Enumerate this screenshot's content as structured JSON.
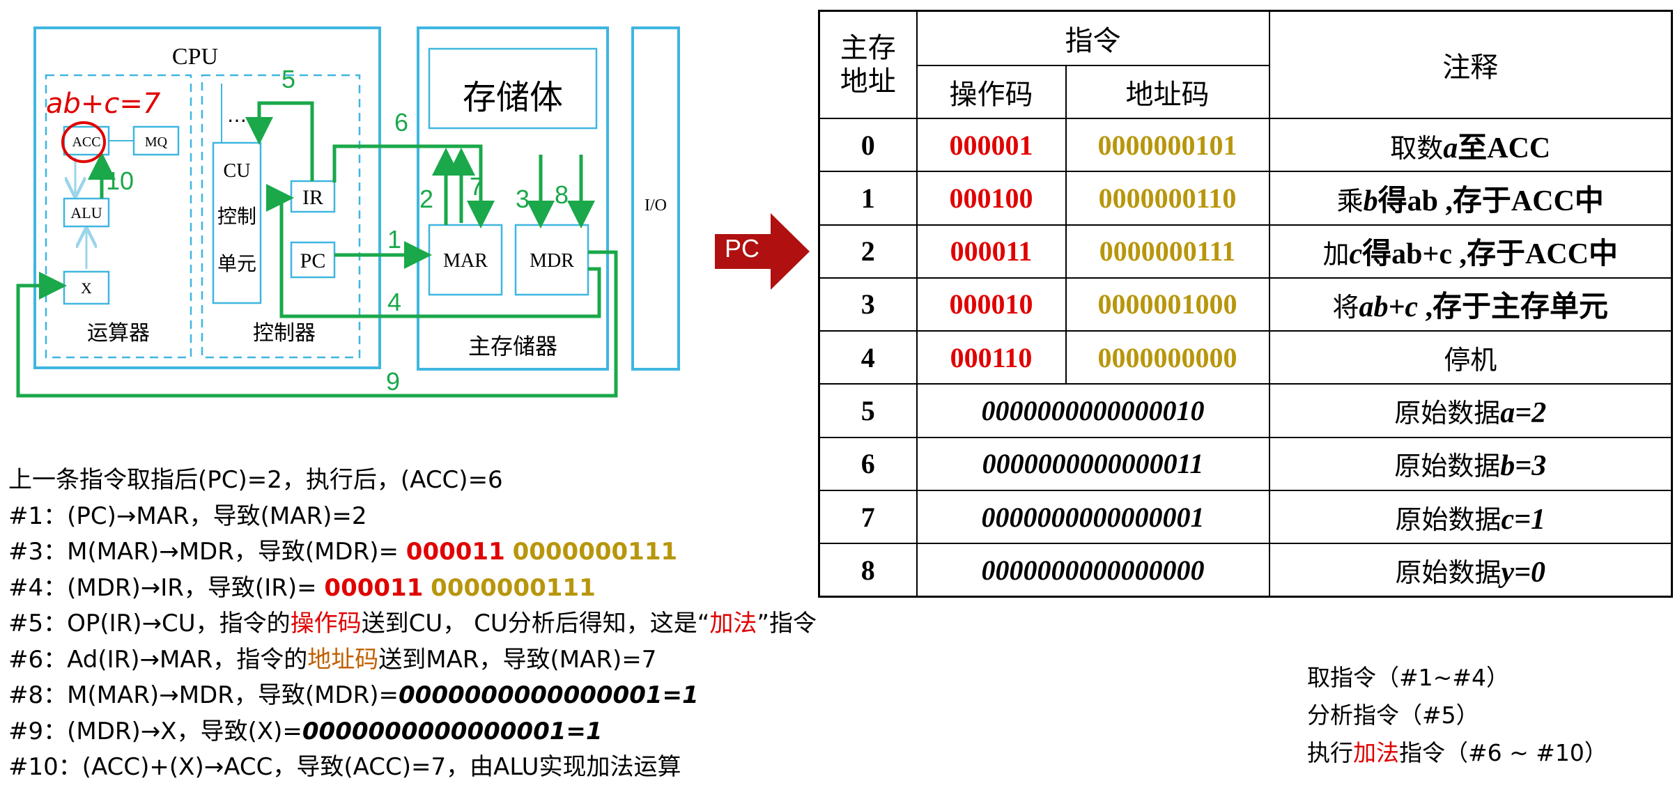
{
  "diagram": {
    "cpu_label": "CPU",
    "acc": "ACC",
    "mq": "MQ",
    "alu": "ALU",
    "x": "X",
    "alu_unit_label": "运算器",
    "control_unit_label": "控制器",
    "dots": "…",
    "cu": "CU",
    "cu_label_1": "控制",
    "cu_label_2": "单元",
    "ir": "IR",
    "pc": "PC",
    "storage_body": "存储体",
    "mar": "MAR",
    "mdr": "MDR",
    "main_memory_label": "主存储器",
    "io": "I/O",
    "handwritten_note": "ab+c=7",
    "step_numbers": [
      "5",
      "6",
      "10",
      "2",
      "7",
      "3",
      "8",
      "1",
      "4",
      "9"
    ],
    "colors": {
      "box_border": "#3fb6e0",
      "arrow": "#1aa84a",
      "handwriting": "#e00000"
    }
  },
  "pc_pointer": {
    "label": "PC",
    "color": "#b01010"
  },
  "table": {
    "header": {
      "address": "主存\n地址",
      "instruction": "指令",
      "opcode": "操作码",
      "addrcode": "地址码",
      "note": "注释"
    },
    "rows": [
      {
        "addr": "0",
        "op": "000001",
        "ad": "0000000101",
        "note_pre": "取数",
        "note_var": "a",
        "note_post": "至ACC"
      },
      {
        "addr": "1",
        "op": "000100",
        "ad": "0000000110",
        "note_pre": "乘",
        "note_var": "b",
        "note_post": "得ab ,存于ACC中"
      },
      {
        "addr": "2",
        "op": "000011",
        "ad": "0000000111",
        "note_pre": "加",
        "note_var": "c",
        "note_post": "得ab+c  ,存于ACC中"
      },
      {
        "addr": "3",
        "op": "000010",
        "ad": "0000001000",
        "note_pre": "将",
        "note_var": "ab+c",
        "note_post": " ,存于主存单元"
      },
      {
        "addr": "4",
        "op": "000110",
        "ad": "0000000000",
        "note_pre": "停机",
        "note_var": "",
        "note_post": ""
      },
      {
        "addr": "5",
        "data": "0000000000000010",
        "note_pre": "原始数据",
        "note_var": "a=2",
        "note_post": ""
      },
      {
        "addr": "6",
        "data": "0000000000000011",
        "note_pre": "原始数据",
        "note_var": "b=3",
        "note_post": ""
      },
      {
        "addr": "7",
        "data": "0000000000000001",
        "note_pre": "原始数据",
        "note_var": "c=1",
        "note_post": ""
      },
      {
        "addr": "8",
        "data": "0000000000000000",
        "note_pre": "原始数据",
        "note_var": "y=0",
        "note_post": ""
      }
    ],
    "colors": {
      "opcode": "#e00000",
      "addrcode": "#b8960c"
    }
  },
  "steps": {
    "s0": "上一条指令取指后(PC)=2，执行后，(ACC)=6",
    "s1": "#1：(PC)→MAR，导致(MAR)=2",
    "s3_pre": "#3：M(MAR)→MDR，导致(MDR)= ",
    "s3_op": "000011",
    "s3_ad": "0000000111",
    "s4_pre": "#4：(MDR)→IR，导致(IR)= ",
    "s4_op": "000011",
    "s4_ad": "0000000111",
    "s5_a": "#5：OP(IR)→CU，指令的",
    "s5_b": "操作码",
    "s5_c": "送到CU， CU分析后得知，这是“",
    "s5_d": "加法",
    "s5_e": "”指令",
    "s6_a": "#6：Ad(IR)→MAR，指令的",
    "s6_b": "地址码",
    "s6_c": "送到MAR，导致(MAR)=7",
    "s8_pre": "#8：M(MAR)→MDR，导致(MDR)=",
    "s8_val": "0000000000000001=1",
    "s9_pre": "#9：(MDR)→X，导致(X)=",
    "s9_val": "0000000000000001=1",
    "s10": "#10：(ACC)+(X)→ACC，导致(ACC)=7，由ALU实现加法运算"
  },
  "phases": {
    "fetch": "取指令（#1~#4）",
    "analyze": "分析指令（#5）",
    "exec_a": "执行",
    "exec_b": "加法",
    "exec_c": "指令（#6 ~ #10）"
  }
}
